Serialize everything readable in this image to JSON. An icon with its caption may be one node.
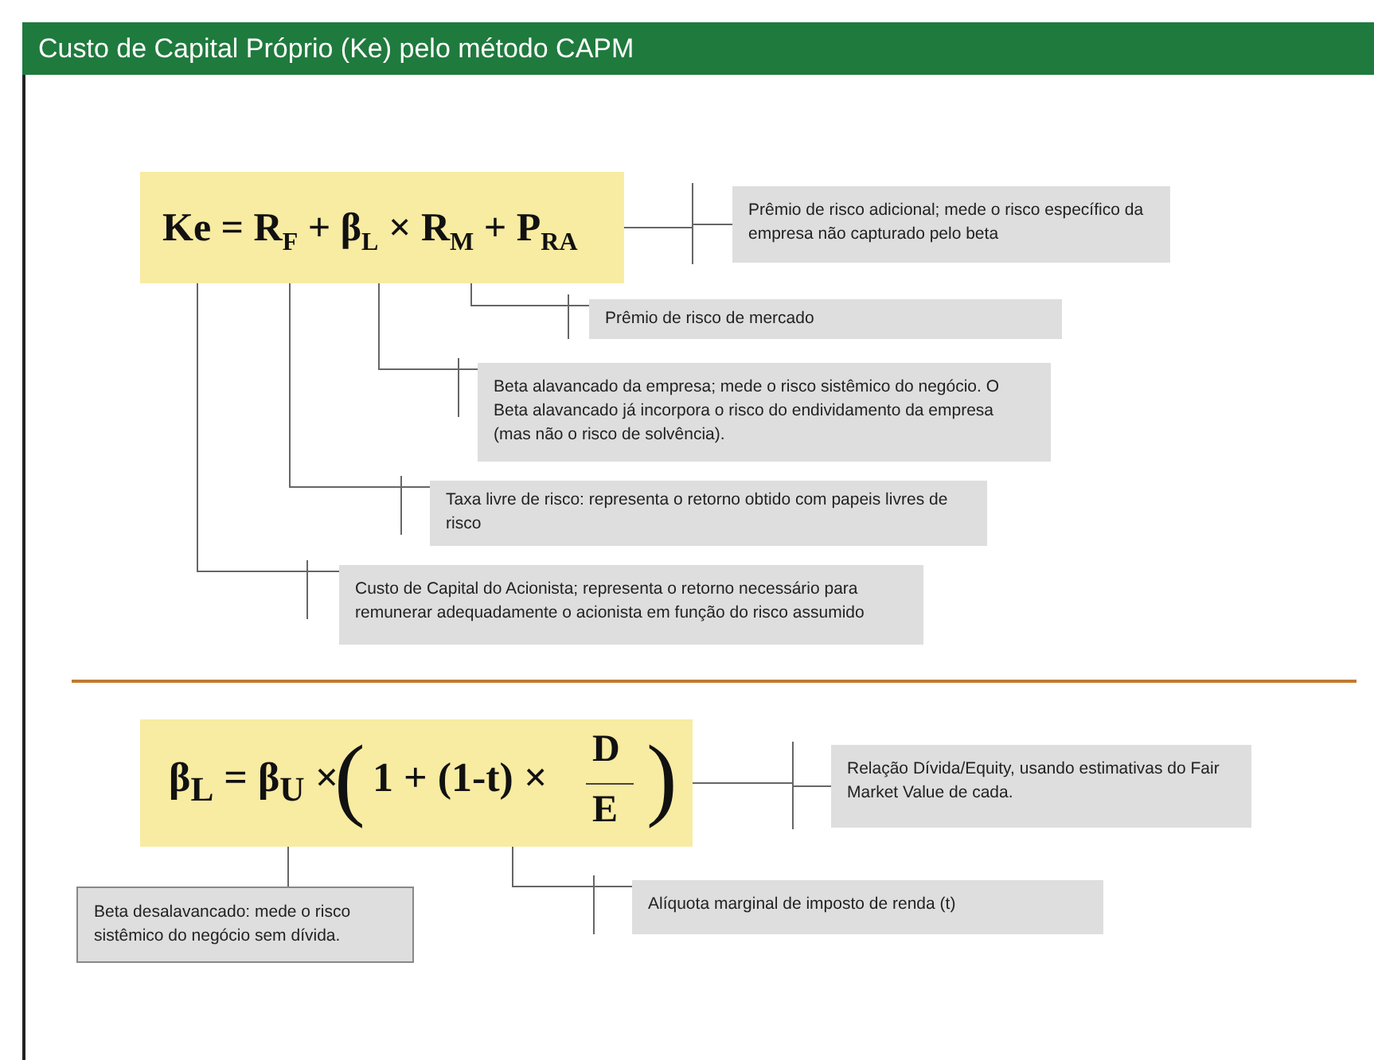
{
  "diagram": {
    "title": "Custo de Capital Próprio (Ke) pelo método CAPM",
    "nodes": [
      {
        "text": [
          "Ke = R$_{F}$ + β$_{L}$ × R$_{M}$ + P$_{RA}$"
        ]
      },
      {
        "text": [
          "Prêmio de risco adicional; mede o risco específico da empresa não capturado pelo beta"
        ]
      },
      {
        "text": [
          "Prêmio de risco de mercado"
        ]
      },
      {
        "text": [
          "Beta alavancado da empresa; mede o risco sistêmico do negócio. O Beta alavancado já incorpora o risco do endividamento da empresa (mas não o risco de solvência)."
        ]
      },
      {
        "text": [
          "Taxa livre de risco: representa o retorno obtido com papeis livres de risco"
        ]
      },
      {
        "text": [
          "Custo de Capital do Acionista; representa o retorno necessário para remunerar adequadamente o acionista em função do risco assumido"
        ]
      },
      {
        "text": [
          "β$_{L}$ = β$_{U}$ ×",
          "(",
          "1 + (1-t) ×",
          "D",
          "E",
          ")"
        ]
      },
      {
        "text": [
          "Relação Dívida/Equity, usando estimativas do Fair Market Value de cada."
        ]
      },
      {
        "text": [
          "Beta desalavancado: mede o risco sistêmico do negócio sem dívida."
        ]
      },
      {
        "text": [
          "Alíquota marginal de imposto de renda (t)"
        ]
      }
    ],
    "edges": [
      {
        "from": 1,
        "to": 0,
        "arrow": "none"
      },
      {
        "from": 2,
        "to": 0,
        "arrow": "none"
      },
      {
        "from": 3,
        "to": 0,
        "arrow": "none"
      },
      {
        "from": 4,
        "to": 0,
        "arrow": "none"
      },
      {
        "from": 5,
        "to": 0,
        "arrow": "none"
      },
      {
        "from": 7,
        "to": 6,
        "arrow": "none"
      },
      {
        "from": 8,
        "to": 6,
        "arrow": "none"
      },
      {
        "from": 9,
        "to": 6,
        "arrow": "none"
      }
    ]
  }
}
